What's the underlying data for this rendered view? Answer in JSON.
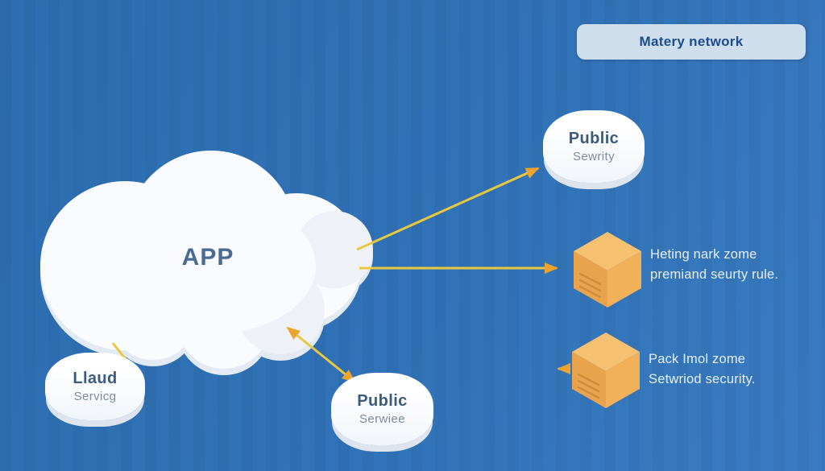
{
  "header": {
    "title": "Matery network"
  },
  "app_cloud": {
    "label": "APP"
  },
  "nodes": {
    "public_security": {
      "title": "Public",
      "subtitle": "Sewrity"
    },
    "llaud_service": {
      "title": "Llaud",
      "subtitle": "Servicg"
    },
    "public_service": {
      "title": "Public",
      "subtitle": "Serwiee"
    }
  },
  "servers": {
    "server_top": {
      "caption_line1": "Heting nark zome",
      "caption_line2": "premiand seurty rule."
    },
    "server_bottom": {
      "caption_line1": "Pack Imol zome",
      "caption_line2": "Setwriod security."
    }
  },
  "colors": {
    "background_top": "#2d6db1",
    "background_bottom": "#3a7cc2",
    "arrow_line": "#e9c83f",
    "arrow_head": "#eda42f",
    "cube_top": "#f5c170",
    "cube_left": "#e9a34c",
    "cube_right": "#f2b058",
    "header_bg": "#cfdeed",
    "header_text": "#1d4c8f"
  }
}
